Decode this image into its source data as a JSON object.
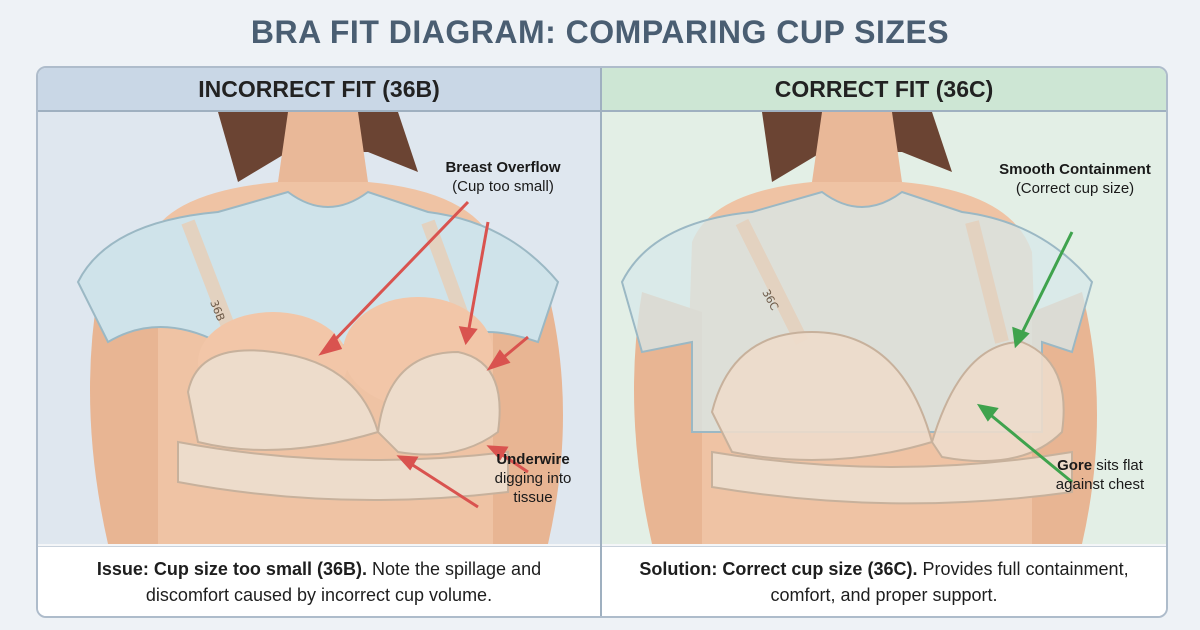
{
  "title": "BRA FIT DIAGRAM: COMPARING CUP SIZES",
  "left_panel": {
    "heading": "INCORRECT FIT (36B)",
    "strap_tag": "36B",
    "annotations": {
      "overflow_title": "Breast Overflow",
      "overflow_detail": "(Cup too small)",
      "underwire_title": "Underwire",
      "underwire_detail_1": "digging into",
      "underwire_detail_2": "tissue"
    },
    "caption_bold": "Issue: Cup size too small (36B).",
    "caption_rest": " Note the spillage and discomfort caused by incorrect cup volume."
  },
  "right_panel": {
    "heading": "CORRECT FIT (36C)",
    "strap_tag": "36C",
    "annotations": {
      "containment_title": "Smooth Containment",
      "containment_detail": "(Correct cup size)",
      "gore_title": "Gore",
      "gore_detail_1": " sits flat",
      "gore_detail_2": "against chest"
    },
    "caption_bold": "Solution: Correct cup size (36C).",
    "caption_rest": " Provides full containment, comfort, and proper support."
  },
  "colors": {
    "left_header": "#c9d7e6",
    "right_header": "#cde6d4",
    "problem_arrow": "#d9534f",
    "good_arrow": "#3fa34d",
    "skin": "#efc3a4",
    "bra": "#eddccb"
  }
}
